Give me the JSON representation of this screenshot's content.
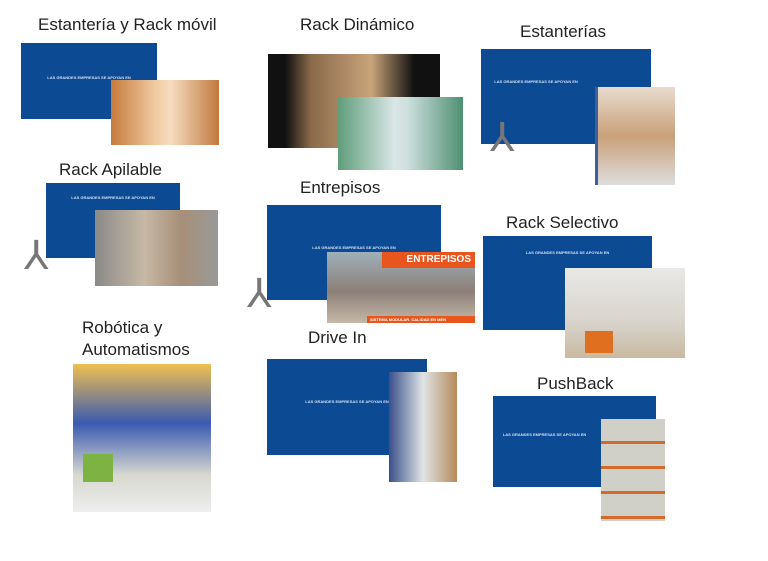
{
  "card_text": "LAS GRANDES EMPRESAS SE APOYAN EN",
  "items": [
    {
      "title": "Estantería y Rack móvil"
    },
    {
      "title": "Rack Dinámico"
    },
    {
      "title": "Estanterías"
    },
    {
      "title": "Rack Apilable"
    },
    {
      "title": "Entrepisos",
      "banner": "ENTREPISOS",
      "footer": "SISTEMA MODULAR. CALIDAD EN MEN"
    },
    {
      "title": "Rack Selectivo"
    },
    {
      "title": "Robótica y Automatismos"
    },
    {
      "title": "Drive In"
    },
    {
      "title": "PushBack"
    }
  ],
  "colors": {
    "card_blue": "#0c4a94",
    "banner_orange": "#e8561e"
  }
}
